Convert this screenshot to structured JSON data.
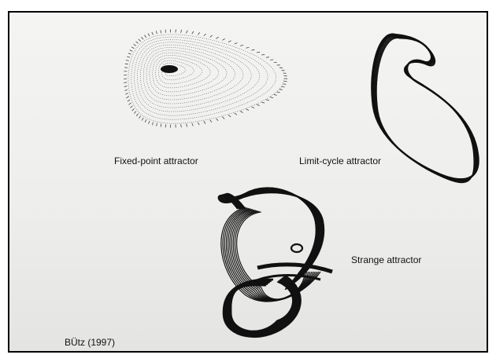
{
  "labels": {
    "fixed_point": "Fixed-point attractor",
    "limit_cycle": "Limit-cycle attractor",
    "strange": "Strange attractor",
    "citation": "BÜtz (1997)"
  },
  "colors": {
    "ink": "#111111",
    "border": "#000000",
    "paper": "#f1f1ef"
  }
}
